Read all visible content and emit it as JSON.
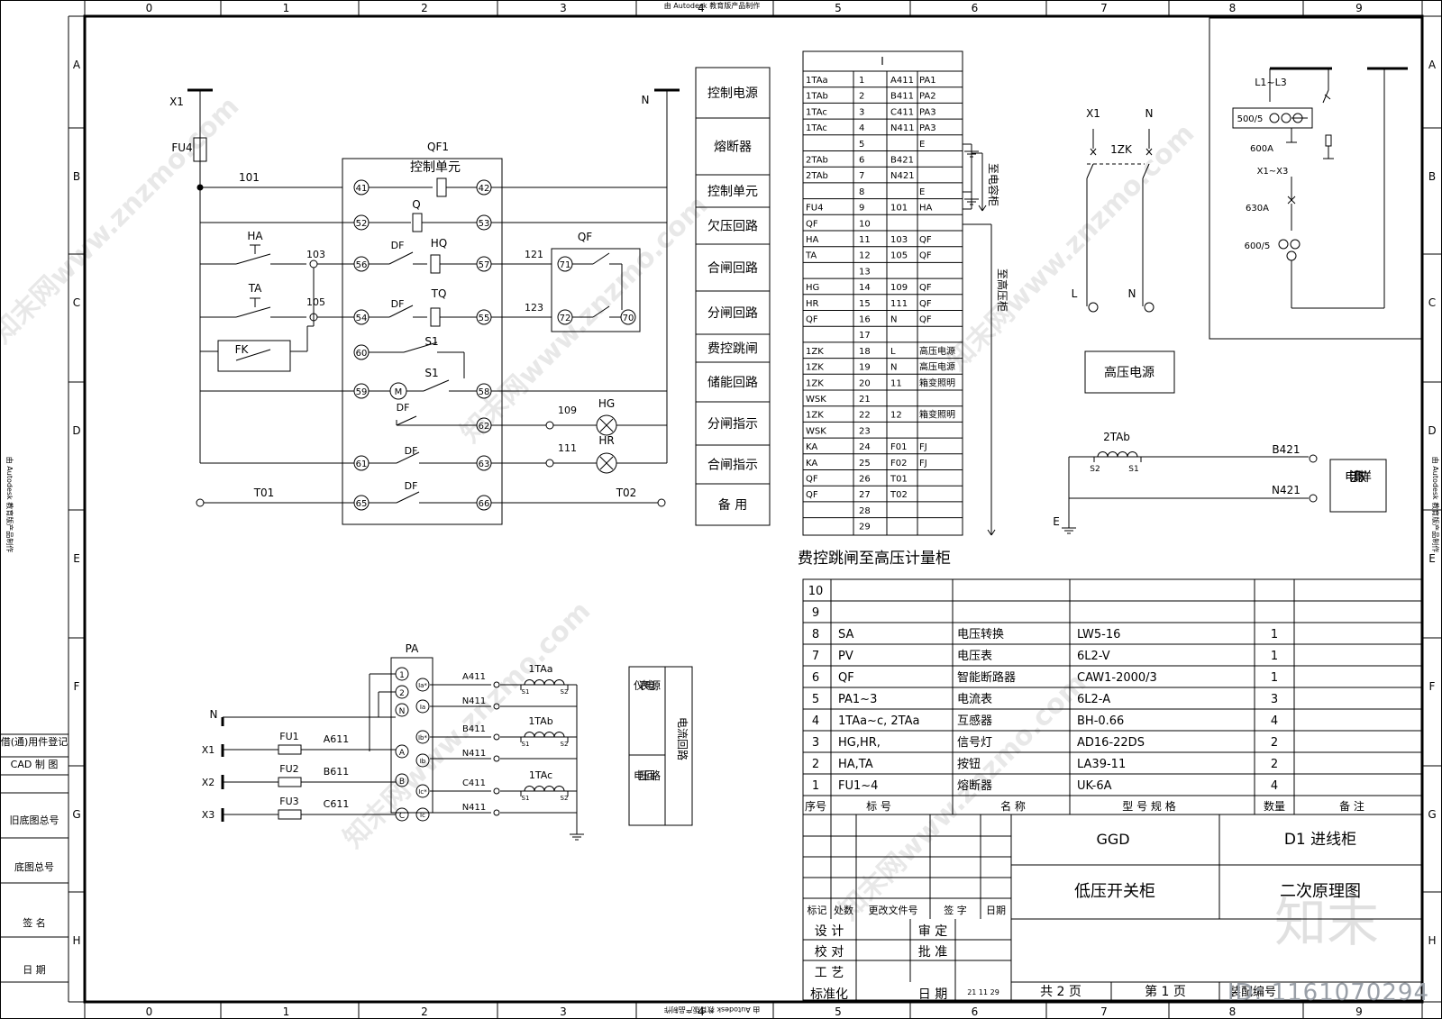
{
  "frame": {
    "col_labels": [
      "0",
      "1",
      "2",
      "3",
      "4",
      "5",
      "6",
      "7",
      "8",
      "9"
    ],
    "row_labels": [
      "A",
      "B",
      "C",
      "D",
      "E",
      "F",
      "G",
      "H"
    ],
    "top_note": "由 Autodesk 教育版产品制作",
    "side_note": "由 Autodesk 教育版产品制作"
  },
  "left_strip": {
    "items": [
      "借(通)用件登记",
      "CAD 制 图",
      "旧底图总号",
      "底图总号",
      "签 名",
      "日 期"
    ]
  },
  "circuit": {
    "x1": "X1",
    "n": "N",
    "fu4": "FU4",
    "qf1": "QF1",
    "unit": "控制单元",
    "q": "Q",
    "ha": "HA",
    "ta": "TA",
    "fk": "FK",
    "df": "DF",
    "hq": "HQ",
    "tq": "TQ",
    "s1": "S1",
    "m": "M",
    "hg": "HG",
    "hr": "HR",
    "qf": "QF",
    "wires": [
      "101",
      "103",
      "105",
      "121",
      "123",
      "109",
      "111",
      "T01",
      "T02"
    ],
    "terms": [
      "41",
      "42",
      "52",
      "53",
      "56",
      "57",
      "54",
      "55",
      "60",
      "59",
      "58",
      "62",
      "61",
      "63",
      "65",
      "66",
      "71",
      "72",
      "70"
    ]
  },
  "functions": [
    "控制电源",
    "熔断器",
    "控制单元",
    "欠压回路",
    "合闸回路",
    "分闸回路",
    "费控跳闸",
    "储能回路",
    "分闸指示",
    "合闸指示",
    "备 用"
  ],
  "terminal_strip": {
    "header": "I",
    "rows": [
      [
        "1TAa",
        "1",
        "A411",
        "PA1"
      ],
      [
        "1TAb",
        "2",
        "B411",
        "PA2"
      ],
      [
        "1TAc",
        "3",
        "C411",
        "PA3"
      ],
      [
        "1TAc",
        "4",
        "N411",
        "PA3"
      ],
      [
        "",
        "5",
        "",
        "E"
      ],
      [
        "2TAb",
        "6",
        "B421",
        ""
      ],
      [
        "2TAb",
        "7",
        "N421",
        ""
      ],
      [
        "",
        "8",
        "",
        "E"
      ],
      [
        "FU4",
        "9",
        "101",
        "HA"
      ],
      [
        "QF",
        "10",
        "",
        ""
      ],
      [
        "HA",
        "11",
        "103",
        "QF"
      ],
      [
        "TA",
        "12",
        "105",
        "QF"
      ],
      [
        "",
        "13",
        "",
        ""
      ],
      [
        "HG",
        "14",
        "109",
        "QF"
      ],
      [
        "HR",
        "15",
        "111",
        "QF"
      ],
      [
        "QF",
        "16",
        "N",
        "QF"
      ],
      [
        "",
        "17",
        "",
        ""
      ],
      [
        "1ZK",
        "18",
        "L",
        "高压电源"
      ],
      [
        "1ZK",
        "19",
        "N",
        "高压电源"
      ],
      [
        "1ZK",
        "20",
        "11",
        "箱变照明"
      ],
      [
        "WSK",
        "21",
        "",
        ""
      ],
      [
        "1ZK",
        "22",
        "12",
        "箱变照明"
      ],
      [
        "WSK",
        "23",
        "",
        ""
      ],
      [
        "KA",
        "24",
        "F01",
        "FJ"
      ],
      [
        "KA",
        "25",
        "F02",
        "FJ"
      ],
      [
        "QF",
        "26",
        "T01",
        ""
      ],
      [
        "QF",
        "27",
        "T02",
        ""
      ],
      [
        "",
        "28",
        "",
        ""
      ],
      [
        "",
        "29",
        "",
        ""
      ]
    ],
    "side1": "至电容柜",
    "side2": "至高压柜",
    "caption": "费控跳闸至高压计量柜"
  },
  "hv": {
    "x1": "X1",
    "n": "N",
    "zk": "1ZK",
    "l": "L",
    "n2": "N",
    "label": "高压电源",
    "tab": "2TAb",
    "s2": "S2",
    "s1": "S1",
    "b421": "B421",
    "n421": "N421",
    "e": "E",
    "box": "电流取样"
  },
  "one_line": {
    "l1l3": "L1~L3",
    "ct1": "500/5",
    "a600": "600A",
    "x1x3": "X1~X3",
    "a630": "630A",
    "ct2": "600/5"
  },
  "meter": {
    "pa": "PA",
    "n": "N",
    "x1": "X1",
    "x2": "X2",
    "x3": "X3",
    "fu1": "FU1",
    "fu2": "FU2",
    "fu3": "FU3",
    "a611": "A611",
    "b611": "B611",
    "c611": "C611",
    "pins": [
      "1",
      "2",
      "N",
      "A",
      "B",
      "C"
    ],
    "pins_r": [
      "Ia*",
      "Ia",
      "Ib*",
      "Ib",
      "Ic*",
      "Ic"
    ],
    "wires": [
      "A411",
      "N411",
      "B411",
      "N411",
      "C411",
      "N411"
    ],
    "cts": [
      "1TAa",
      "1TAb",
      "1TAc"
    ],
    "s1": "S1",
    "s2": "S2",
    "box_a": "仪表电源",
    "box_b": "电压回路",
    "box_c": "电流回路"
  },
  "bom": {
    "rows": [
      [
        "10",
        "",
        "",
        "",
        "",
        ""
      ],
      [
        "9",
        "",
        "",
        "",
        "",
        ""
      ],
      [
        "8",
        "SA",
        "电压转换",
        "LW5-16",
        "1",
        ""
      ],
      [
        "7",
        "PV",
        "电压表",
        "6L2-V",
        "1",
        ""
      ],
      [
        "6",
        "QF",
        "智能断路器",
        "CAW1-2000/3",
        "1",
        ""
      ],
      [
        "5",
        "PA1~3",
        "电流表",
        "6L2-A",
        "3",
        ""
      ],
      [
        "4",
        "1TAa~c, 2TAa",
        "互感器",
        "BH-0.66",
        "4",
        ""
      ],
      [
        "3",
        "HG,HR,",
        "信号灯",
        "AD16-22DS",
        "2",
        ""
      ],
      [
        "2",
        "HA,TA",
        "按钮",
        "LA39-11",
        "2",
        ""
      ],
      [
        "1",
        "FU1~4",
        "熔断器",
        "UK-6A",
        "4",
        ""
      ]
    ],
    "header": [
      "序号",
      "标 号",
      "名 称",
      "型 号 规 格",
      "数量",
      "备 注"
    ]
  },
  "title_block": {
    "ggd": "GGD",
    "cab": "D1 进线柜",
    "name": "低压开关柜",
    "doc": "二次原理图",
    "rev_head": [
      "标记",
      "处数",
      "更改文件号",
      "签 字",
      "日期"
    ],
    "sign": [
      [
        "设 计",
        "审 定"
      ],
      [
        "校 对",
        "批 准"
      ],
      [
        "工 艺",
        ""
      ],
      [
        "标准化",
        "日 期"
      ]
    ],
    "date": "21 11 29",
    "total": "共 2 页",
    "page": "第 1 页",
    "code": "装配编号"
  },
  "watermark": "知末网www.znzmo.com",
  "brand": "知末",
  "id_tag": "ID: 1161070294"
}
